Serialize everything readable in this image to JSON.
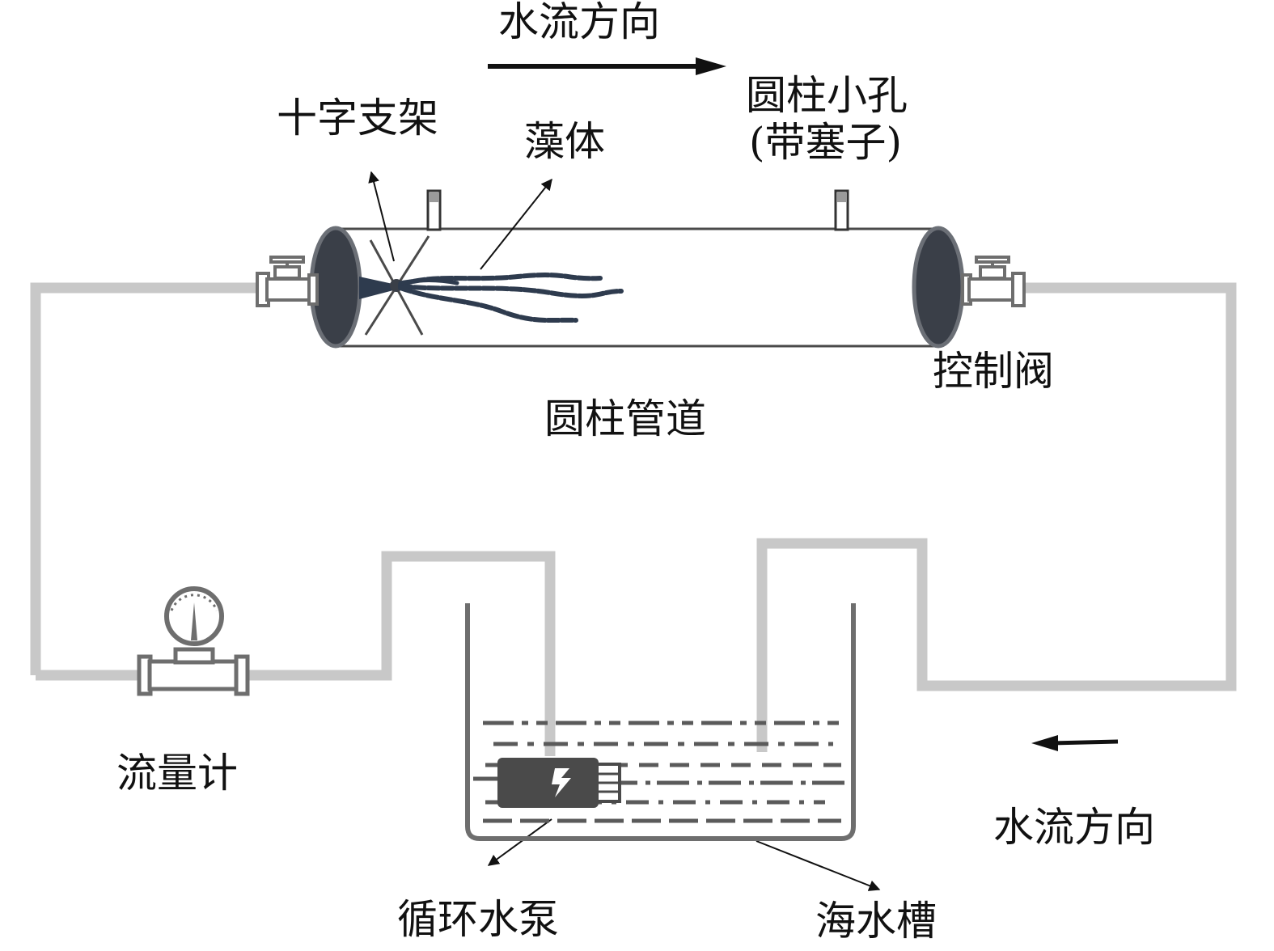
{
  "labels": {
    "flow_direction_top": "水流方向",
    "flow_direction_bottom": "水流方向",
    "cross_bracket": "十字支架",
    "algae": "藻体",
    "cylinder_hole_line1": "圆柱小孔",
    "cylinder_hole_line2": "(带塞子)",
    "control_valve": "控制阀",
    "cylindrical_pipe": "圆柱管道",
    "flowmeter": "流量计",
    "circulating_pump": "循环水泵",
    "seawater_tank": "海水槽"
  },
  "colors": {
    "pipe": "#c8c8c8",
    "outline": "#4a4a4a",
    "dark": "#3a3f48",
    "algae": "#2e3b4e",
    "arrow": "#111111"
  }
}
